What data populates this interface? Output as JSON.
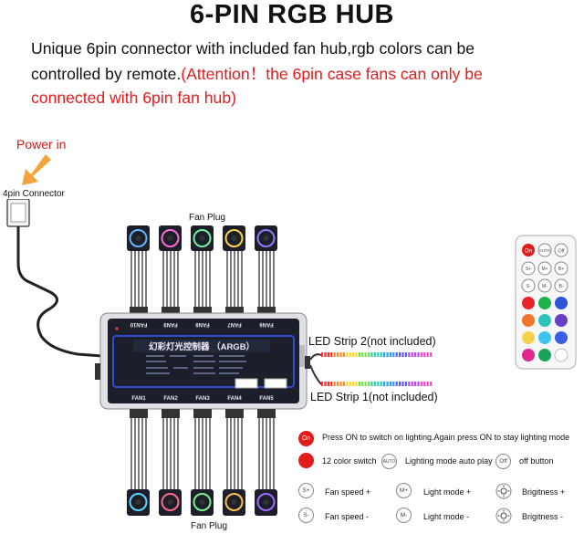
{
  "title": "6-PIN RGB HUB",
  "description": {
    "line1": "Unique 6pin connector with included fan hub,rgb colors can be",
    "line2_black": "controlled by remote.",
    "line2_red": "(Attention！the 6pin case fans can only be",
    "line3_red": "connected with 6pin fan hub)"
  },
  "labels": {
    "power_in": "Power in",
    "connector": "4pin Connector",
    "fan_plug_top": "Fan Plug",
    "fan_plug_bottom": "Fan Plug",
    "strip2": "LED Strip 2(not included)",
    "strip1": "LED Strip 1(not included)"
  },
  "hub": {
    "top_ports": [
      "FAN10",
      "FAN9",
      "FAN8",
      "FAN7",
      "FAN6"
    ],
    "bottom_ports": [
      "FAN1",
      "FAN2",
      "FAN3",
      "FAN4",
      "FAN5"
    ],
    "name": "幻彩灯光控制器 （ARGB）"
  },
  "remote": {
    "top_keys": [
      "On",
      "AUTO",
      "Off"
    ],
    "row2": [
      "S+",
      "M+",
      "B+"
    ],
    "row3": [
      "S-",
      "M-",
      "B-"
    ]
  },
  "legend": {
    "on_icon": "On",
    "on_text": "Press ON to switch on lighting.Again press ON to stay lighting mode",
    "color_text": "12 color switch",
    "auto_icon": "AUTO",
    "auto_text": "Lighting mode auto play",
    "off_icon": "Off",
    "off_text": "off button",
    "s_plus": "S+",
    "s_plus_text": "Fan speed +",
    "m_plus": "M+",
    "m_plus_text": "Light mode +",
    "b_plus_text": "Brigitness +",
    "s_minus": "S-",
    "s_minus_text": "Fan speed -",
    "m_minus": "M-",
    "m_minus_text": "Light mode -",
    "b_minus_text": "Brigitness -"
  },
  "colors": {
    "accent_red": "#e21b1b",
    "arrow_orange": "#f2a33a",
    "hub_blue": "#2b4fd6",
    "hub_dark": "#1c1f2a"
  }
}
